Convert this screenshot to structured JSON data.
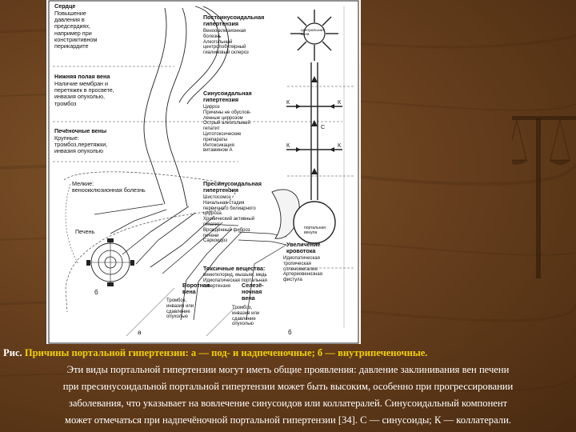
{
  "figure": {
    "left_labels": [
      {
        "key": "heart_title",
        "text": "Сердце"
      },
      {
        "key": "heart",
        "text": "Повышение\nдавления в\nпредсердиях,\nнапример при\nконстриктивном\nперикардите"
      },
      {
        "key": "ivc_title",
        "text": "Нижняя полая вена"
      },
      {
        "key": "ivc",
        "text": "Наличие мембран и\nперетяжек в просвете,\nинвазия опухолью,\nтромбоз"
      },
      {
        "key": "hv_title",
        "text": "Печёночные вены"
      },
      {
        "key": "hv",
        "text": "Крупные:\nтромбоз,перетяжки,\nинвазия опухолью"
      },
      {
        "key": "small",
        "text": "Мелкие:\nвеноокклюзионная болезнь"
      },
      {
        "key": "liver",
        "text": "Печень"
      },
      {
        "key": "b_letter",
        "text": "б"
      },
      {
        "key": "spleen_title",
        "text": "Увеличение\nкровотока"
      },
      {
        "key": "spleen",
        "text": "Идиопатическая\nтропическая\nспленомегалия\nАртериовенозная\nфистула"
      },
      {
        "key": "pv_title",
        "text": "Воротная\nвена"
      },
      {
        "key": "pv",
        "text": "Тромбоз,\nинвазия или\nсдавление\nопухолью"
      },
      {
        "key": "sv_title",
        "text": "Селезё-\nночная\nвена"
      },
      {
        "key": "sv",
        "text": "Тромбоз,\nинвазия или\nсдавление\nопухолью"
      },
      {
        "key": "a_letter",
        "text": "а"
      }
    ],
    "right_labels": [
      {
        "key": "post_title",
        "text": "Постсинусоидальная\nгипертензия"
      },
      {
        "key": "post",
        "text": "Веноокклюзионная\nболезнь\nАлкогольный\nцентролобулярный\nгиалиновый склероз"
      },
      {
        "key": "central_vein",
        "text": "центральная\nвена"
      },
      {
        "key": "sin_title",
        "text": "Синусоидальная\nгипертензия"
      },
      {
        "key": "sin",
        "text": "Цирроз\nПричины не обуслов-\nленные циррозом\nОстрый алкогольный\nгепатит\nЦитотоксические\nпрепараты\nИнтоксикация\nвитамином А"
      },
      {
        "key": "pre_title",
        "text": "Пресинусоидальная\nгипертензия"
      },
      {
        "key": "pre",
        "text": "Шистосомоз\nНачальная стадия\nпервичного билиарного\nцирроза\nХронический активный\nгепатит\nВрождённый фиброз\nпечени\nСаркоидоз"
      },
      {
        "key": "toxic_title",
        "text": "Токсичные вещества:"
      },
      {
        "key": "toxic",
        "text": "винилхлорид, мышьяк, медь\nИдиопатическая портальная\nгипертензия"
      },
      {
        "key": "portal_venule",
        "text": "портальная\nвенула"
      },
      {
        "key": "k1",
        "text": "К"
      },
      {
        "key": "k2",
        "text": "К"
      },
      {
        "key": "k3",
        "text": "К"
      },
      {
        "key": "k4",
        "text": "К"
      },
      {
        "key": "c",
        "text": "С"
      },
      {
        "key": "b_panel",
        "text": "б"
      }
    ]
  },
  "caption": {
    "label": "Рис.",
    "title": "Причины портальной гипертензии: а — под- и надпеченочные; б — внутрипеченочные.",
    "lines": [
      "Эти виды портальной гипертензии могут иметь общие проявления: давление заклинивания вен печени",
      "при пресинусоидальной портальной гипертензии может быть высоким, особенно при прогрессировании",
      "заболевания, что указывает на вовлечение синусоидов или коллатералей. Синусоидальный компонент",
      "может отмечаться при надпечёночной портальной гипертензии [34]. С — синусоиды; К — коллатерали."
    ]
  }
}
